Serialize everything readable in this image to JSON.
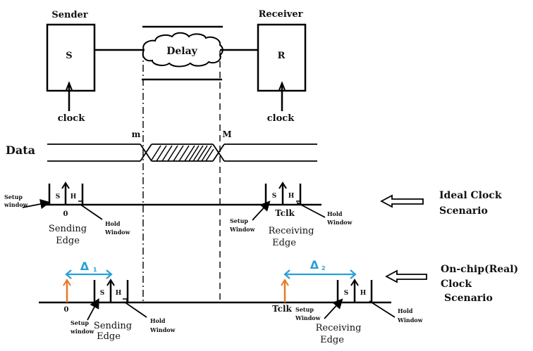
{
  "title_blocks": {
    "sender_label": "Sender",
    "sender_box": "S",
    "receiver_label": "Receiver",
    "receiver_box": "R",
    "delay_label": "Delay",
    "sender_clock": "clock",
    "receiver_clock": "clock"
  },
  "data_row": {
    "label": "Data",
    "min_marker": "m",
    "max_marker": "M"
  },
  "ideal": {
    "scenario_label_line1": "Ideal Clock",
    "scenario_label_line2": "Scenario",
    "send": {
      "setup_short": "S",
      "hold_short": "H",
      "setup_label_line1": "Setup",
      "setup_label_line2": "window",
      "hold_label_line1": "Hold",
      "hold_label_line2": "Window",
      "time_label": "0",
      "edge_label_line1": "Sending",
      "edge_label_line2": "Edge"
    },
    "receive": {
      "setup_short": "S",
      "hold_short": "H",
      "setup_label_line1": "Setup",
      "setup_label_line2": "Window",
      "hold_label_line1": "Hold",
      "hold_label_line2": "Window",
      "time_label": "Tclk",
      "edge_label_line1": "Receiving",
      "edge_label_line2": "Edge"
    }
  },
  "real": {
    "scenario_label_line1": "On-chip(Real)",
    "scenario_label_line2": "Clock",
    "scenario_label_line3": "Scenario",
    "delta1_symbol": "Δ",
    "delta1_sub": "1",
    "delta2_symbol": "Δ",
    "delta2_sub": "2",
    "send": {
      "setup_short": "S",
      "hold_short": "H",
      "setup_label_line1": "Setup",
      "setup_label_line2": "window",
      "hold_label_line1": "Hold",
      "hold_label_line2": "Window",
      "time_label": "0",
      "edge_label_line1": "Sending",
      "edge_label_line2": "Edge"
    },
    "receive": {
      "setup_short": "S",
      "hold_short": "H",
      "setup_label_line1": "Setup",
      "setup_label_line2": "Window",
      "hold_label_line1": "Hold",
      "hold_label_line2": "Window",
      "time_label": "Tclk",
      "edge_label_line1": "Receiving",
      "edge_label_line2": "Edge"
    }
  },
  "colors": {
    "ideal_clock_arrow": "#e87722",
    "skew_arrow": "#2a9fd6"
  }
}
